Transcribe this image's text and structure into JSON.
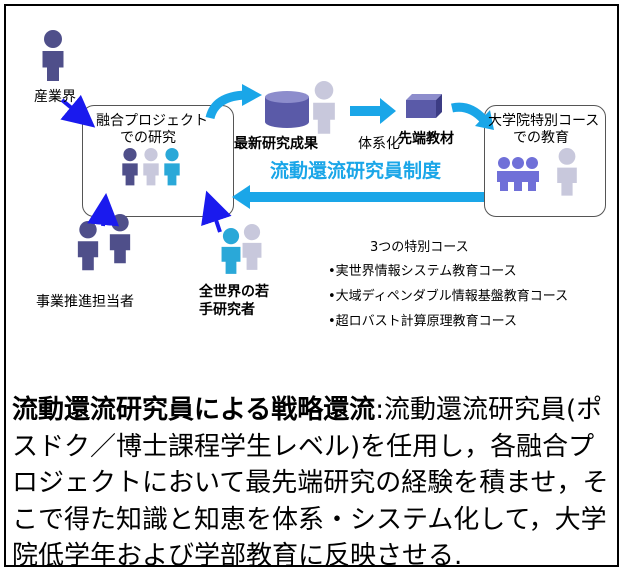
{
  "labels": {
    "industry": "産業界",
    "fusion_project_line1": "融合プロジェクト",
    "fusion_project_line2": "での研究",
    "latest_results": "最新研究成果",
    "systematize": "体系化",
    "advanced_material": "先端教材",
    "grad_course_line1": "大学院特別コース",
    "grad_course_line2": "での教育",
    "program_name": "流動還流研究員制度",
    "promoter": "事業推進担当者",
    "young_researchers_line1": "全世界の若",
    "young_researchers_line2": "手研究者"
  },
  "courses": {
    "title": "3つの特別コース",
    "items": [
      "•実世界情報システム教育コース",
      "•大域ディペンダブル情報基盤教育コース",
      "•超ロバスト計算原理教育コース"
    ]
  },
  "caption": {
    "heading": "流動還流研究員による戦略還流",
    "body": ":流動還流研究員(ポスドク／博士課程学生レベル)を任用し，各融合プロジェクトにおいて最先端研究の経験を積ませ，そこで得た知識と知恵を体系・システム化して，大学院低学年および学部教育に反映させる."
  },
  "colors": {
    "accent_blue": "#1aa6e8",
    "arrow_navy": "#1a1aee",
    "person_navy": "#4f4f8a",
    "person_light": "#c8c8dc",
    "person_cyan": "#2aa8d8",
    "database": "#5a5aa8"
  }
}
